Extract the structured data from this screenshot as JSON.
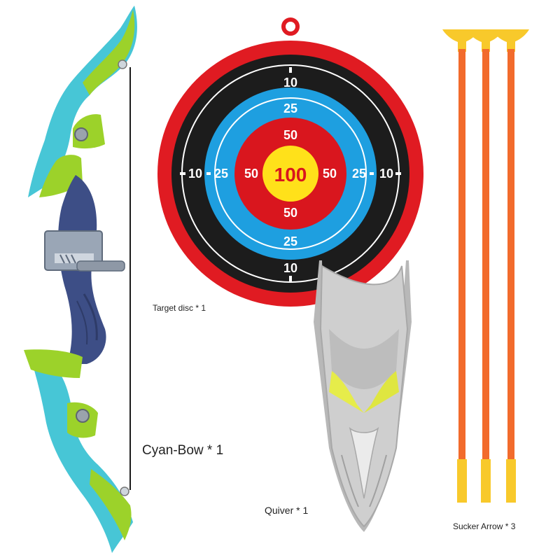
{
  "labels": {
    "target": "Target disc * 1",
    "bow": "Cyan-Bow * 1",
    "quiver": "Quiver * 1",
    "arrow": "Sucker Arrow * 3"
  },
  "target": {
    "scores": {
      "outer": "10",
      "blue": "25",
      "red": "50",
      "center": "100"
    },
    "colors": {
      "rim": "#e01b22",
      "black": "#1c1c1c",
      "blue": "#1e9fe0",
      "red": "#d9161e",
      "yellow": "#ffe11a",
      "white": "#ffffff"
    }
  },
  "colors": {
    "bow_green": "#9cd22a",
    "bow_cyan": "#47c6d6",
    "bow_grip": "#3d4e86",
    "quiver_gray": "#c9c9c9",
    "arrow_orange": "#f26b2c",
    "arrow_tip": "#f8c92b"
  }
}
